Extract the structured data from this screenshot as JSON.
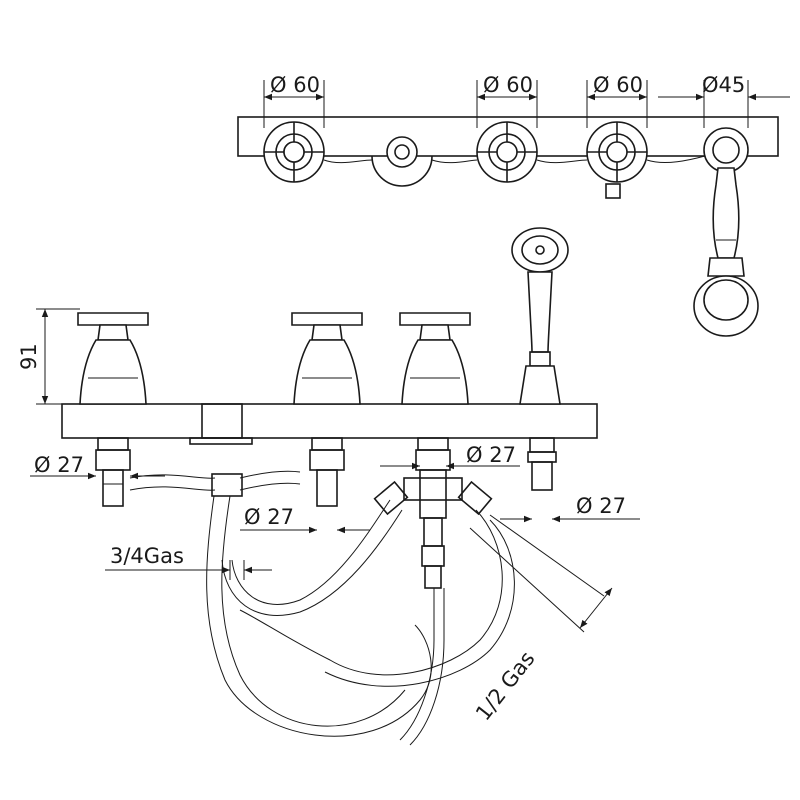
{
  "dimensions": {
    "top_handle_1": "Ø 60",
    "top_handle_2": "Ø 60",
    "top_handle_3": "Ø 60",
    "top_shower": "Ø45",
    "height": "91",
    "left_pipe": "Ø 27",
    "mid_pipe": "Ø 27",
    "center_pipe": "Ø 27",
    "right_pipe": "Ø 27",
    "inlet_thread": "3/4Gas",
    "hose_thread": "1/2 Gas"
  }
}
